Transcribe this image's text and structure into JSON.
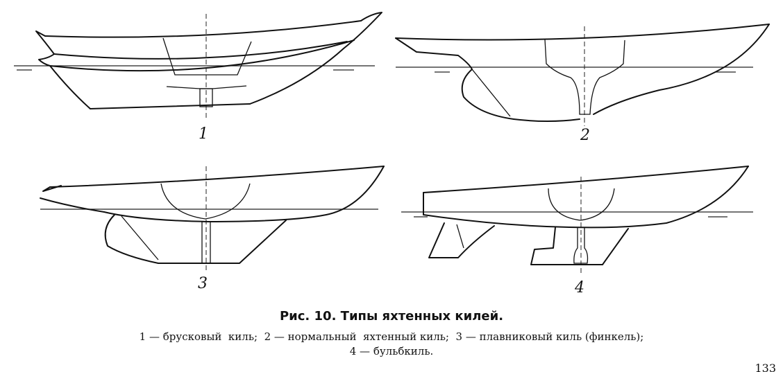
{
  "figure": {
    "keels": [
      {
        "number": "1"
      },
      {
        "number": "2"
      },
      {
        "number": "3"
      },
      {
        "number": "4"
      }
    ],
    "caption_title": "Рис. 10. Типы яхтенных килей.",
    "caption_legend": [
      "1 — брусковый  киль;  2 — нормальный  яхтенный киль;  3 — плавниковый киль (финкель);",
      "4 — бульбкиль."
    ]
  },
  "page_number": "133"
}
